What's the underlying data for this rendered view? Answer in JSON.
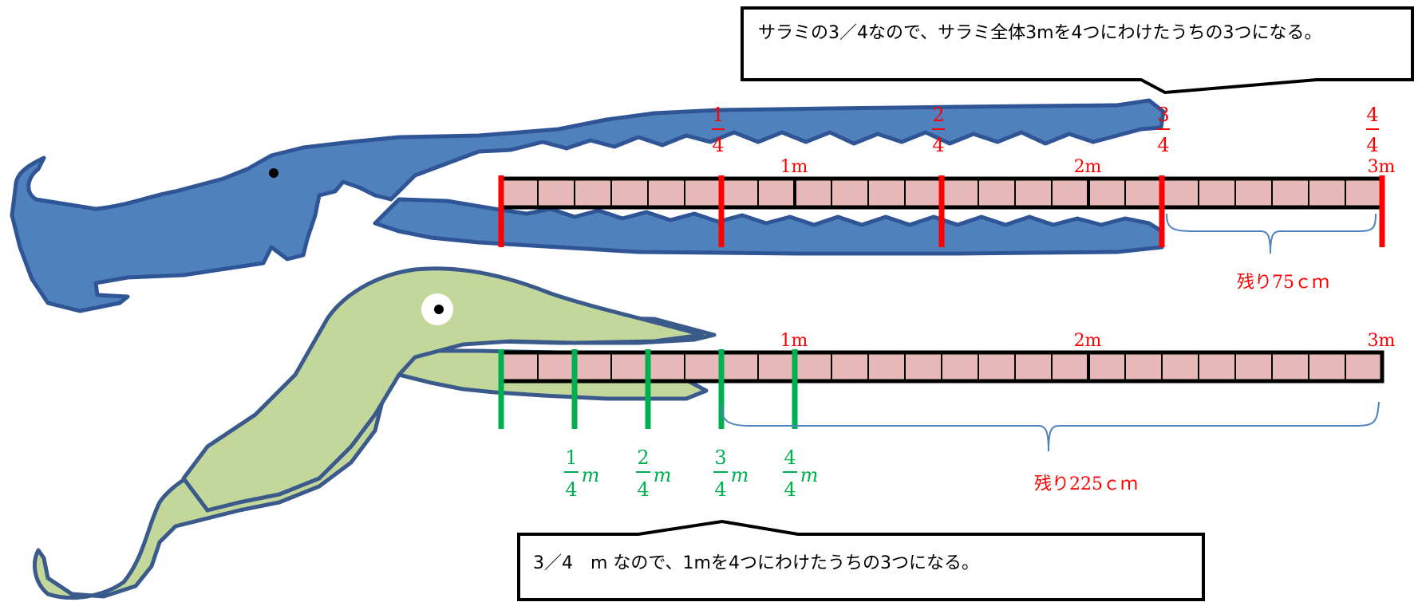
{
  "callout_top": {
    "text": "サラミの3／4なので、サラミ全体3mを4つにわけたうちの3つになる。"
  },
  "callout_bottom": {
    "text": "3／4　m なので、1mを4つにわけたうちの3つになる。"
  },
  "top_bar": {
    "segments": 24,
    "meter_labels": [
      "1m",
      "2m",
      "3m"
    ],
    "fractions": [
      {
        "num": "1",
        "den": "4"
      },
      {
        "num": "2",
        "den": "4"
      },
      {
        "num": "3",
        "den": "4"
      },
      {
        "num": "4",
        "den": "4"
      }
    ],
    "remaining": "残り75ｃｍ",
    "marker_color": "#ff0000"
  },
  "bottom_bar": {
    "segments": 24,
    "meter_labels": [
      "1m",
      "2m",
      "3m"
    ],
    "fractions": [
      {
        "num": "1",
        "den": "4",
        "unit": "m"
      },
      {
        "num": "2",
        "den": "4",
        "unit": "m"
      },
      {
        "num": "3",
        "den": "4",
        "unit": "m"
      },
      {
        "num": "4",
        "den": "4",
        "unit": "m"
      }
    ],
    "remaining": "残り225ｃｍ",
    "marker_color": "#00b050"
  },
  "colors": {
    "bar_fill": "#e6b8b7",
    "crocodile": "#4f81bd",
    "crocodile_outline": "#2f5597",
    "bird": "#c4d79b",
    "bird_outline": "#3a5a8c",
    "brace": "#4f81bd",
    "red": "#ff0000",
    "green": "#00b050"
  }
}
